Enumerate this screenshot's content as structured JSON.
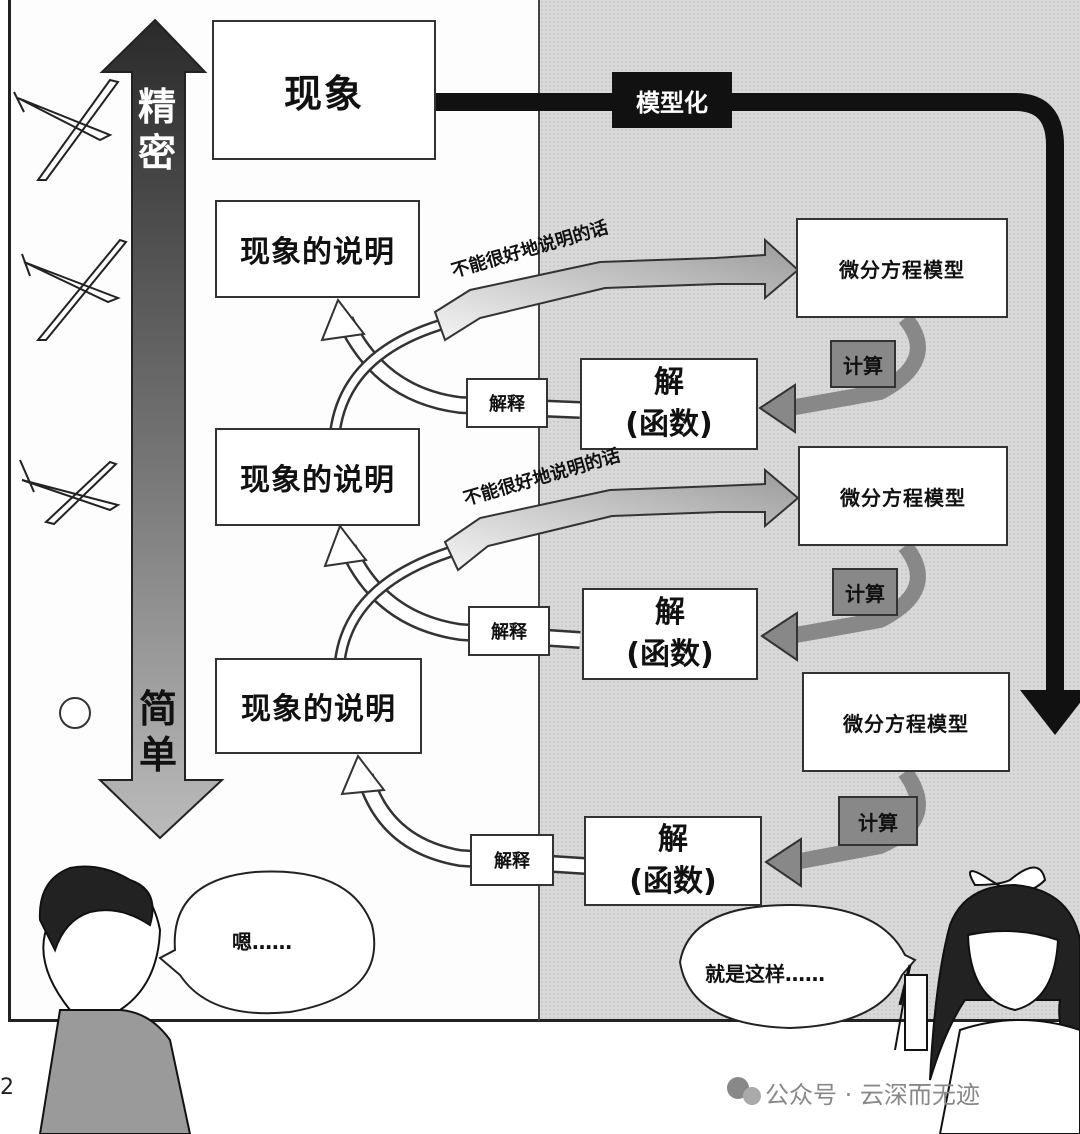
{
  "top": {
    "phenomenon": "现象",
    "modeling": "模型化"
  },
  "scale": {
    "top_label": "精密",
    "bottom_label": "简单"
  },
  "levels": [
    {
      "explanation": "现象的说明",
      "model": "微分方程模型",
      "calc": "计算",
      "solution_line1": "解",
      "solution_line2": "(函数)",
      "interpret": "解释",
      "fail_label": "不能很好地说明的话"
    },
    {
      "explanation": "现象的说明",
      "model": "微分方程模型",
      "calc": "计算",
      "solution_line1": "解",
      "solution_line2": "(函数)",
      "interpret": "解释",
      "fail_label": "不能很好地说明的话"
    },
    {
      "explanation": "现象的说明",
      "model": "微分方程模型",
      "calc": "计算",
      "solution_line1": "解",
      "solution_line2": "(函数)",
      "interpret": "解释"
    }
  ],
  "dialogue": {
    "boy": "嗯……",
    "girl": "就是这样……"
  },
  "footer": {
    "page_number": "2",
    "watermark": "公众号 · 云深而无迹"
  },
  "icons": [
    "glider-icon",
    "glider-icon",
    "glider-icon",
    "circle-icon",
    "boy-character",
    "girl-character",
    "wechat-icon"
  ]
}
